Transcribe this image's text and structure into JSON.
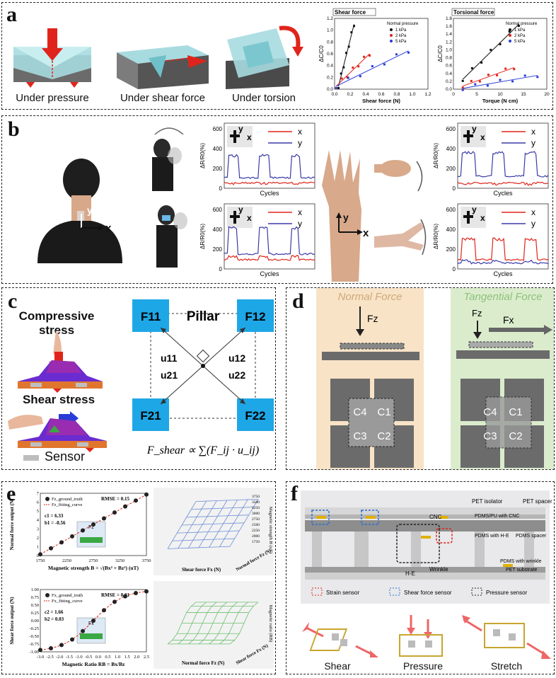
{
  "panels": {
    "a": {
      "label": "a",
      "captions": [
        "Under pressure",
        "Under shear force",
        "Under torsion"
      ],
      "shear_chart": {
        "title": "Shear force",
        "xlabel": "Shear force (N)",
        "ylabel": "ΔC/C0",
        "legend_title": "Normal pressure",
        "series": [
          "1 kPa",
          "2 kPa",
          "5 kPa"
        ],
        "xticks": [
          "0.0",
          "0.2",
          "0.4",
          "0.6",
          "0.8",
          "1.0",
          "1.2"
        ],
        "yticks": [
          "0.0",
          "0.2",
          "0.4",
          "0.6",
          "0.8",
          "1.0",
          "1.2"
        ]
      },
      "torsion_chart": {
        "title": "Torsional force",
        "xlabel": "Torque (N cm)",
        "ylabel": "ΔC/C0",
        "legend_title": "Normal pressure",
        "series": [
          "1 kPa",
          "2 kPa",
          "5 kPa"
        ],
        "xticks": [
          "0",
          "5",
          "10",
          "15",
          "20"
        ],
        "yticks": [
          "0.0",
          "0.2",
          "0.4",
          "0.6",
          "0.8",
          "1.0",
          "1.2",
          "1.4",
          "1.6",
          "1.8"
        ]
      }
    },
    "b": {
      "label": "b",
      "axis_x": "x",
      "axis_y": "y",
      "ylabel": "ΔR/R0(%)",
      "xlabel": "Cycles",
      "yticks_top": [
        "0",
        "200",
        "400",
        "600"
      ],
      "yticks_bottom": [
        "0",
        "200",
        "400",
        "600"
      ],
      "legend": [
        "x",
        "y"
      ]
    },
    "c": {
      "label": "c",
      "compressive": "Compressive stress",
      "shear": "Shear stress",
      "sensor": "Sensor",
      "pillar": "Pillar",
      "cells": [
        "F11",
        "F12",
        "F21",
        "F22"
      ],
      "vectors": [
        "u11",
        "u12",
        "u21",
        "u22"
      ],
      "formula": "F_shear ∝ ∑(F_ij · u_ij)"
    },
    "d": {
      "label": "d",
      "normal_title": "Normal Force",
      "tangential_title": "Tangential Force",
      "fz": "Fz",
      "fx": "Fx",
      "cells": [
        "C4",
        "C1",
        "C3",
        "C2"
      ]
    },
    "e": {
      "label": "e",
      "top": {
        "legend": [
          "Fz_ground_truth",
          "Fz_fitting_curve"
        ],
        "rmse": "RMSE = 0.15",
        "params": [
          "c1 = 6.33",
          "b1 = -0.56"
        ],
        "ylabel": "Normal force output (N)",
        "xlabel": "Magnetic strength B = √(Bx² + Bz²) (uT)",
        "xticks": [
          "1750",
          "2250",
          "2750",
          "3250",
          "3750"
        ],
        "yticks": [
          "0",
          "1",
          "2",
          "3",
          "4",
          "5",
          "6",
          "7"
        ],
        "inset": "Fz"
      },
      "bottom": {
        "legend": [
          "Fx_ground_truth",
          "Fx_fitting_curve"
        ],
        "rmse": "RMSE = 0.01",
        "params": [
          "c2 = 1.66",
          "b2 = 0.03"
        ],
        "ylabel": "Shear force output (N)",
        "xlabel": "Magnetic Ratio RB = Bx/Bz",
        "xticks": [
          "-3.0",
          "-2.5",
          "-2.0",
          "-1.5",
          "-1.0",
          "-0.5",
          "0.0",
          "0.5",
          "1.0",
          "1.5",
          "2.0",
          "2.5"
        ],
        "yticks": [
          "-1.00",
          "-0.75",
          "-0.50",
          "-0.25",
          "0.00",
          "0.25",
          "0.50",
          "0.75",
          "1.00"
        ],
        "inset": "Fx"
      },
      "surf_top": {
        "xlabel": "Shear force Fx (N)",
        "ylabel": "Normal force Fz (N)",
        "zlabel": "Magnetic strength B (uT)",
        "zticks": [
          "3750",
          "3500",
          "3250",
          "3000",
          "2750",
          "2500",
          "2250",
          "2000",
          "1750"
        ]
      },
      "surf_bottom": {
        "xlabel": "Normal force Fz (N)",
        "ylabel": "Shear force Fx (N)",
        "zlabel": "Magnetic ratio (RB)"
      }
    },
    "f": {
      "label": "f",
      "labels": {
        "pet_isolator": "PET isolator",
        "pet_spacer": "PET spacer",
        "cnc": "CNC",
        "pdms_pu": "PDMS/PU with CNC",
        "pdms_he": "PDMS with H-E",
        "pdms_spacer": "PDMS spacer",
        "pdms_wrinkle": "PDMS with wrinkle",
        "pet_substrate": "PET substrate",
        "he": "H-E",
        "wrinkle": "Wrinkle"
      },
      "legend": [
        "Strain sensor",
        "Shear force sensor",
        "Pressure sensor"
      ],
      "modes": [
        "Shear",
        "Pressure",
        "Stretch"
      ]
    }
  },
  "colors": {
    "red": "#e0241b",
    "blue": "#2a6fd6",
    "cyan": "#1ea7e6",
    "orange": "#e07a2e",
    "purple": "#6a2bd0",
    "green": "#3aa845"
  }
}
